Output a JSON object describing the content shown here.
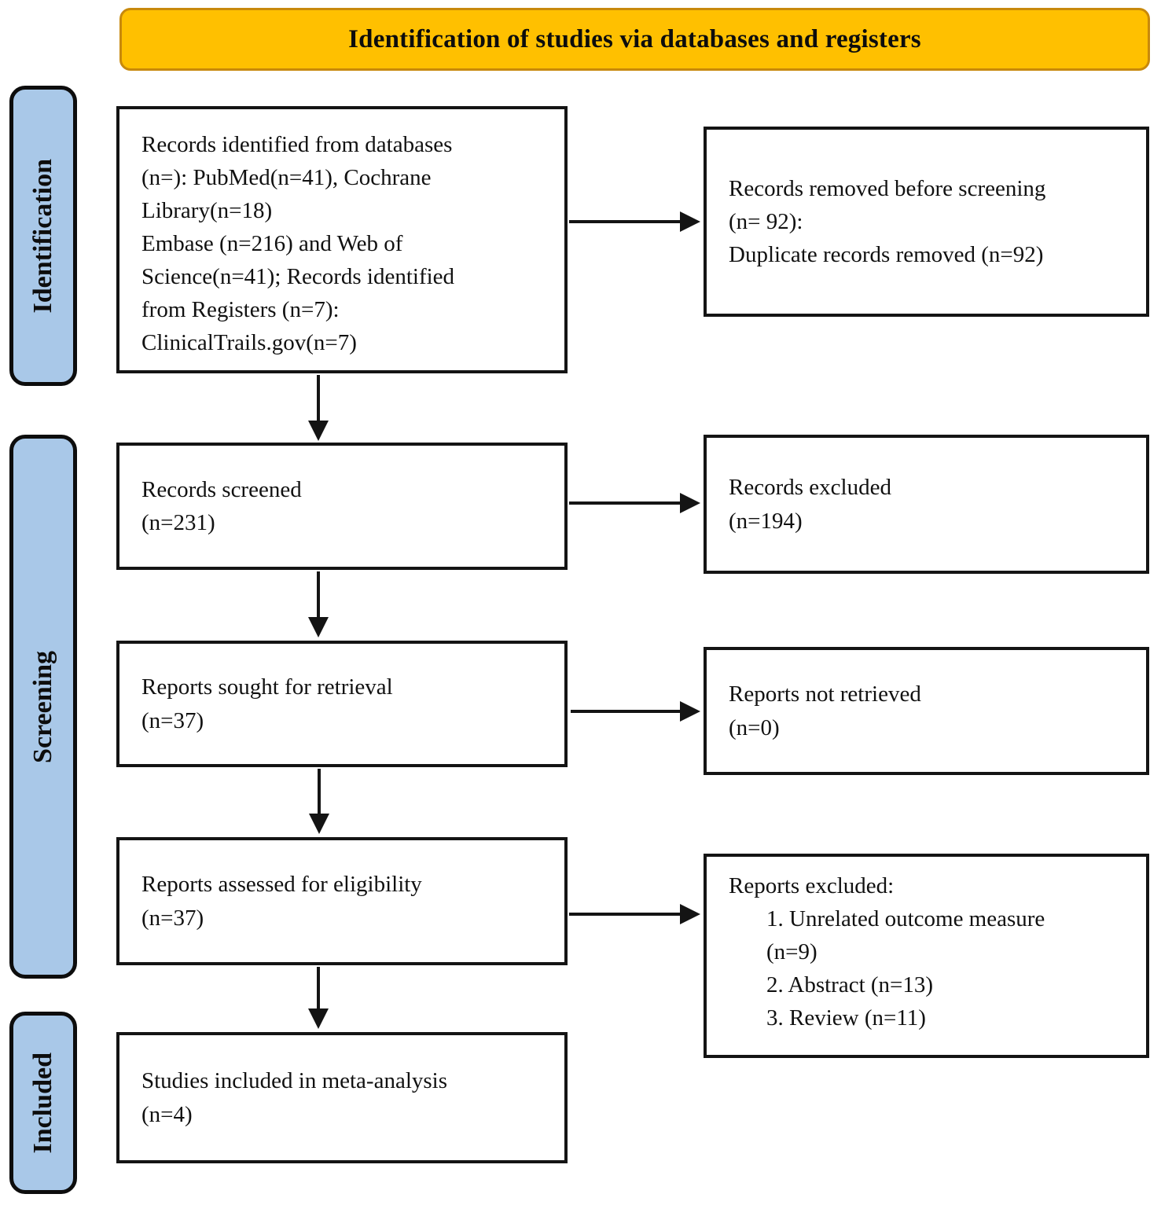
{
  "header": {
    "title": "Identification of studies via databases and registers"
  },
  "stages": [
    {
      "label": "Identification"
    },
    {
      "label": "Screening"
    },
    {
      "label": "Included"
    }
  ],
  "boxes": {
    "records_identified": {
      "text": "Records identified from databases\n(n=): PubMed(n=41), Cochrane\nLibrary(n=18)\nEmbase (n=216) and Web of\nScience(n=41); Records identified\nfrom Registers (n=7):\nClinicalTrails.gov(n=7)"
    },
    "records_removed": {
      "text": "Records removed before screening\n(n= 92):\nDuplicate records removed (n=92)"
    },
    "records_screened": {
      "text": "Records screened\n(n=231)"
    },
    "records_excluded": {
      "text": "Records excluded\n(n=194)"
    },
    "reports_sought": {
      "text": "Reports sought for retrieval\n(n=37)"
    },
    "reports_not_retrieved": {
      "text": "Reports not retrieved\n(n=0)"
    },
    "reports_assessed": {
      "text": "Reports assessed for eligibility\n(n=37)"
    },
    "reports_excluded": {
      "title": "Reports excluded:",
      "items": [
        "1. Unrelated outcome measure\n(n=9)",
        "2. Abstract (n=13)",
        "3. Review (n=11)"
      ]
    },
    "studies_included": {
      "text": "Studies included in meta-analysis\n(n=4)"
    }
  },
  "colors": {
    "banner_fill": "#FFC000",
    "banner_border": "#C8890B",
    "stage_fill": "#A9C8E8",
    "box_border": "#141414",
    "text": "#111111"
  }
}
